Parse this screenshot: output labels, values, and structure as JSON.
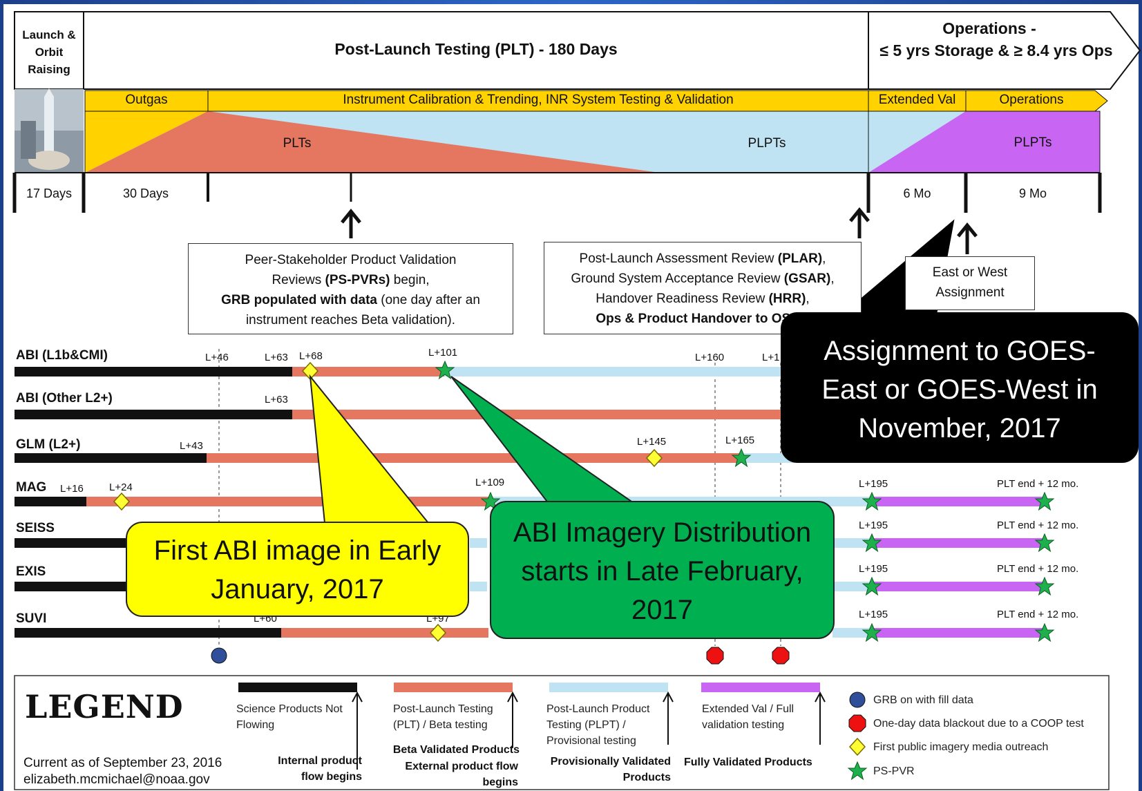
{
  "header": {
    "launch_label": "Launch & Orbit Raising",
    "plt_title": "Post-Launch Testing (PLT) - 180 Days",
    "ops_title_line1": "Operations -",
    "ops_title_line2": "≤ 5 yrs Storage & ≥ 8.4 yrs Ops"
  },
  "phases": {
    "outgas": "Outgas",
    "calibration": "Instrument Calibration & Trending, INR System Testing & Validation",
    "extended_val": "Extended Val",
    "operations": "Operations",
    "plts": "PLTs",
    "plpts_left": "PLPTs",
    "plpts_right": "PLPTs"
  },
  "durations": [
    "17 Days",
    "30 Days",
    "6 Mo",
    "9 Mo"
  ],
  "review_boxes": {
    "psvr": {
      "line1": "Peer-Stakeholder Product Validation",
      "line2a": "Reviews ",
      "line2b": "(PS-PVRs)",
      "line2c": " begin,",
      "line3a": "GRB populated with data",
      "line3b": " (one day after an",
      "line4": "instrument reaches Beta validation)."
    },
    "plar": {
      "line1a": "Post-Launch Assessment Review ",
      "line1b": "(PLAR)",
      "line1c": ",",
      "line2a": "Ground System Acceptance Review ",
      "line2b": "(GSAR)",
      "line2c": ",",
      "line3a": "Handover Readiness Review ",
      "line3b": "(HRR)",
      "line3c": ",",
      "line4": "Ops & Product Handover to OSPO"
    },
    "assign": {
      "line1": "East or West",
      "line2": "Assignment"
    }
  },
  "instruments": [
    {
      "name": "ABI (L1b&CMI)"
    },
    {
      "name": "ABI (Other L2+)"
    },
    {
      "name": "GLM (L2+)"
    },
    {
      "name": "MAG"
    },
    {
      "name": "SEISS"
    },
    {
      "name": "EXIS"
    },
    {
      "name": "SUVI"
    }
  ],
  "milestones": {
    "abi1": [
      "L+46",
      "L+63",
      "L+68",
      "L+101",
      "L+160",
      "L+1"
    ],
    "abi2": [
      "L+63"
    ],
    "glm": [
      "L+43",
      "L+145",
      "L+165"
    ],
    "mag": [
      "L+16",
      "L+24",
      "L+109",
      "L+195",
      "PLT end + 12 mo."
    ],
    "seiss": [
      "L+195",
      "PLT end + 12 mo."
    ],
    "exis": [
      "L+195",
      "PLT end + 12 mo."
    ],
    "suvi": [
      "L+60",
      "L+97",
      "L+195",
      "PLT end + 12 mo."
    ]
  },
  "callouts": {
    "yellow": "First ABI image in Early January, 2017",
    "green": "ABI Imagery Distribution starts in Late February, 2017",
    "black": "Assignment to GOES-East or GOES-West in November, 2017"
  },
  "legend": {
    "title": "LEGEND",
    "date": "Current as of September 23, 2016",
    "email": "elizabeth.mcmichael@noaa.gov",
    "black_desc": "Science Products Not Flowing",
    "black_event": "Internal product flow begins",
    "red_desc": "Post-Launch Testing (PLT) / Beta testing",
    "red_event1": "Beta Validated Products",
    "red_event2": "External product flow begins",
    "blue_desc": "Post-Launch Product Testing (PLPT) / Provisional testing",
    "blue_event": "Provisionally Validated Products",
    "purple_desc": "Extended Val / Full validation testing",
    "purple_event": "Fully Validated Products",
    "sym_grb": "GRB on with fill data",
    "sym_blackout": "One-day data blackout due to a COOP test",
    "sym_outreach": "First public imagery media outreach",
    "sym_pspvr": "PS-PVR"
  },
  "colors": {
    "plt_red": "#e57660",
    "plpt_blue": "#bfe3f2",
    "purple": "#c865f3",
    "gold": "#ffd200",
    "green_star": "#1db04c",
    "callout_yellow": "#ffff00",
    "callout_green": "#00b050"
  }
}
